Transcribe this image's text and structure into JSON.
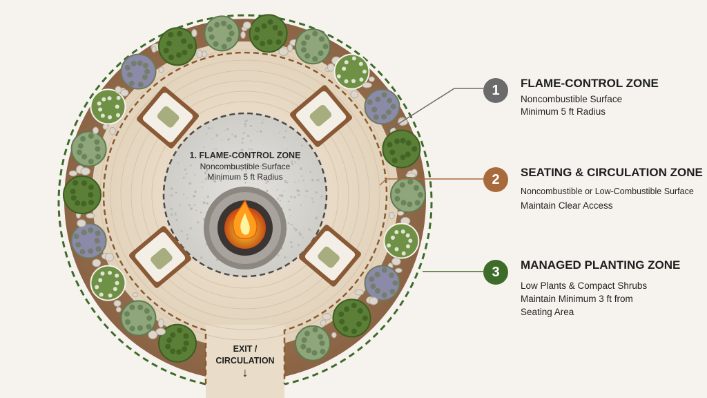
{
  "center_label": {
    "title": "1. FLAME-CONTROL ZONE",
    "line1": "Noncombustible Surface",
    "line2": "Minimum 5 ft Radius"
  },
  "exit_label": {
    "line1": "EXIT /",
    "line2": "CIRCULATION",
    "arrow": "↓"
  },
  "zones": [
    {
      "number": "1",
      "title": "FLAME-CONTROL ZONE",
      "lines": [
        "Noncombustible Surface",
        "Minimum 5 ft Radius"
      ],
      "color": "#6b6b6b"
    },
    {
      "number": "2",
      "title": "SEATING & CIRCULATION ZONE",
      "lines": [
        "Noncombustible or Low-Combustible Surface",
        "Maintain Clear Access"
      ],
      "color": "#a86a3a"
    },
    {
      "number": "3",
      "title": "MANAGED PLANTING ZONE",
      "lines": [
        "Low Plants & Compact Shrubs",
        "Maintain Minimum 3 ft from",
        "Seating Area"
      ],
      "color": "#3d6b2a"
    }
  ],
  "colors": {
    "paver": "#e9dcc8",
    "mulch": "#9b7452",
    "gravel": "#d8d6d2",
    "planting_border": "#3d6b2a",
    "seating_border": "#8a5a2e",
    "flame_border": "#555555"
  }
}
